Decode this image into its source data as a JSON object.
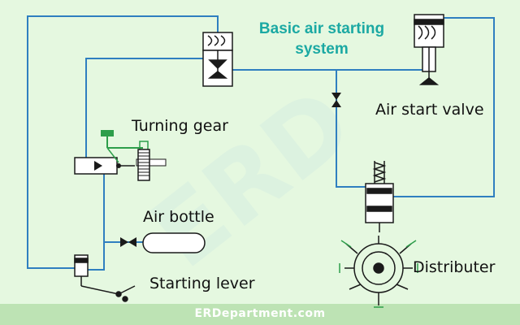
{
  "diagram": {
    "title_line1": "Basic air starting",
    "title_line2": "system",
    "labels": {
      "turning_gear": "Turning gear",
      "air_start_valve": "Air start valve",
      "air_bottle": "Air bottle",
      "starting_lever": "Starting lever",
      "distributer": "Distributer"
    },
    "footer": "ERDepartment.com",
    "watermark": "ERD"
  },
  "colors": {
    "background": "#e5f8e0",
    "pipe": "#2f7fc0",
    "title": "#1ba9a3",
    "footer_band": "#bde3b4",
    "gear_green": "#2d9e4a",
    "symbol": "#1a1a1a"
  }
}
